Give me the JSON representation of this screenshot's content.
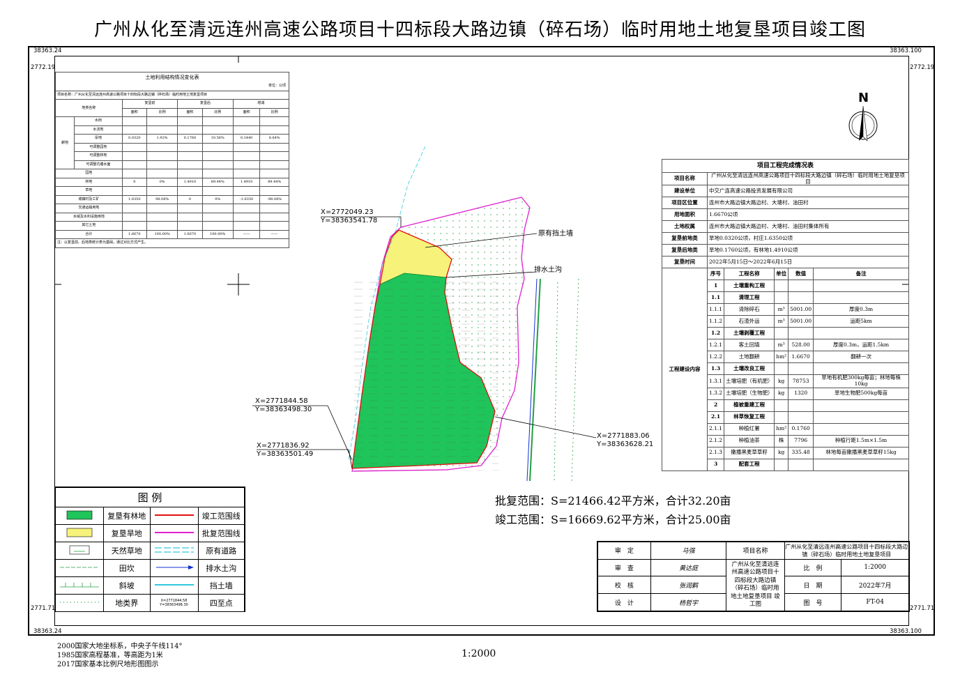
{
  "title": "广州从化至清远连州高速公路项目十四标段大路边镇（碎石场）临时用地土地复垦项目竣工图",
  "corner_coords": {
    "top_left_x": "38363.24",
    "top_right_x": "38363.100",
    "left_top_y": "2772.19",
    "right_top_y": "2772.19",
    "left_bottom_y": "2771.71",
    "right_bottom_y": "2771.71",
    "bottom_left_x": "38363.24",
    "bottom_right_x": "38363.100"
  },
  "land_table": {
    "title": "土地利用结构情况变化表",
    "unit": "单位：公顷",
    "project": "项目名称：广州从化至清远连州高速公路项目十四标段大路边镇（碎石场）临时用地土地复垦项目",
    "h_type": "地类名称",
    "h_before": "复垦前",
    "h_after": "复垦后",
    "h_change": "增减",
    "h_area": "面积",
    "h_ratio": "比例",
    "cat_farmland": "耕地",
    "rows": [
      {
        "name": "水田",
        "b_area": "",
        "b_ratio": "",
        "a_area": "",
        "a_ratio": "",
        "c_area": "",
        "c_ratio": ""
      },
      {
        "name": "水浇地",
        "b_area": "",
        "b_ratio": "",
        "a_area": "",
        "a_ratio": "",
        "c_area": "",
        "c_ratio": ""
      },
      {
        "name": "旱地",
        "b_area": "0.0320",
        "b_ratio": "1.92%",
        "a_area": "0.1760",
        "a_ratio": "10.56%",
        "c_area": "0.1440",
        "c_ratio": "8.64%"
      },
      {
        "name": "可调整园地",
        "b_area": "",
        "b_ratio": "",
        "a_area": "",
        "a_ratio": "",
        "c_area": "",
        "c_ratio": ""
      },
      {
        "name": "可调整林地",
        "b_area": "",
        "b_ratio": "",
        "a_area": "",
        "a_ratio": "",
        "c_area": "",
        "c_ratio": ""
      },
      {
        "name": "可调整坑塘水面",
        "b_area": "",
        "b_ratio": "",
        "a_area": "",
        "a_ratio": "",
        "c_area": "",
        "c_ratio": ""
      }
    ],
    "rows2": [
      {
        "name": "园地",
        "b_area": "",
        "b_ratio": "",
        "a_area": "",
        "a_ratio": "",
        "c_area": "",
        "c_ratio": ""
      },
      {
        "name": "林地",
        "b_area": "0",
        "b_ratio": "0%",
        "a_area": "1.4910",
        "a_ratio": "89.44%",
        "c_area": "1.4910",
        "c_ratio": "89.44%"
      },
      {
        "name": "草地",
        "b_area": "",
        "b_ratio": "",
        "a_area": "",
        "a_ratio": "",
        "c_area": "",
        "c_ratio": ""
      },
      {
        "name": "城镇村及工矿",
        "b_area": "1.6350",
        "b_ratio": "98.08%",
        "a_area": "0",
        "a_ratio": "0%",
        "c_area": "-1.6350",
        "c_ratio": "-98.08%"
      },
      {
        "name": "交通运输用地",
        "b_area": "",
        "b_ratio": "",
        "a_area": "",
        "a_ratio": "",
        "c_area": "",
        "c_ratio": ""
      },
      {
        "name": "水域及水利设施用地",
        "b_area": "",
        "b_ratio": "",
        "a_area": "",
        "a_ratio": "",
        "c_area": "",
        "c_ratio": ""
      },
      {
        "name": "其它土地",
        "b_area": "",
        "b_ratio": "",
        "a_area": "",
        "a_ratio": "",
        "c_area": "",
        "c_ratio": ""
      },
      {
        "name": "合计",
        "b_area": "1.6670",
        "b_ratio": "100.00%",
        "a_area": "1.6670",
        "a_ratio": "100.00%",
        "c_area": "——",
        "c_ratio": "——"
      }
    ],
    "note": "注：以复垦前、后地类统计表为基础，通过对比方式产生。"
  },
  "north": "N",
  "annotations": {
    "retaining_wall": "原有挡土墙",
    "drain": "排水土沟",
    "p1": "X=2772049.23\nY=38363541.78",
    "p2": "X=2771844.58\nY=38363498.30",
    "p3": "X=2771836.92\nY=38363501.49",
    "p4": "X=2771883.06\nY=38363628.21"
  },
  "project_table": {
    "title": "项目工程完成情况表",
    "info": [
      {
        "k": "项目名称",
        "v": "广州从化至清远连州高速公路项目十四标段大路边镇（碎石场）临时用地土地复垦项目"
      },
      {
        "k": "建设单位",
        "v": "中交广连高速公路投资发展有限公司"
      },
      {
        "k": "项目区位置",
        "v": "连州市大路边镇大路边村、大塘村、油田村"
      },
      {
        "k": "用地面积",
        "v": "1.6670公顷"
      },
      {
        "k": "土地权属",
        "v": "连州市大路边镇大路边村、大塘村、油田村集体所有"
      },
      {
        "k": "复垦前地类",
        "v": "旱地0.0320公顷，村庄1.6350公顷"
      },
      {
        "k": "复垦后地类",
        "v": "旱地0.1760公顷，有林地1.4910公顷"
      },
      {
        "k": "复垦时间",
        "v": "2022年5月15日～2022年6月15日"
      }
    ],
    "content_label": "工程建设内容",
    "headers": [
      "序号",
      "工程名称",
      "单位",
      "数值",
      "备注"
    ],
    "rows": [
      {
        "no": "1",
        "name": "土壤重构工程",
        "unit": "",
        "val": "",
        "note": "",
        "bold": true
      },
      {
        "no": "1.1",
        "name": "清理工程",
        "unit": "",
        "val": "",
        "note": "",
        "bold": true
      },
      {
        "no": "1.1.1",
        "name": "清除碎石",
        "unit": "m³",
        "val": "5001.00",
        "note": "厚度0.3m"
      },
      {
        "no": "1.1.2",
        "name": "石渣外运",
        "unit": "m³",
        "val": "5001.00",
        "note": "运距5km"
      },
      {
        "no": "1.2",
        "name": "土壤剥覆工程",
        "unit": "",
        "val": "",
        "note": "",
        "bold": true
      },
      {
        "no": "1.2.1",
        "name": "客土回填",
        "unit": "m³",
        "val": "528.00",
        "note": "厚度0.3m，运距1.5km"
      },
      {
        "no": "1.2.2",
        "name": "土地翻耕",
        "unit": "hm²",
        "val": "1.6670",
        "note": "翻耕一次"
      },
      {
        "no": "1.3",
        "name": "土壤改良工程",
        "unit": "",
        "val": "",
        "note": "",
        "bold": true
      },
      {
        "no": "1.3.1",
        "name": "土壤培肥（有机肥）",
        "unit": "kg",
        "val": "78753",
        "note": "旱地有机肥300kg每亩；林地每株10kg"
      },
      {
        "no": "1.3.2",
        "name": "土壤培肥（生物肥）",
        "unit": "kg",
        "val": "1320",
        "note": "旱地生物肥500kg每亩"
      },
      {
        "no": "2",
        "name": "植被重建工程",
        "unit": "",
        "val": "",
        "note": "",
        "bold": true
      },
      {
        "no": "2.1",
        "name": "林草恢复工程",
        "unit": "",
        "val": "",
        "note": "",
        "bold": true
      },
      {
        "no": "2.1.1",
        "name": "种植红薯",
        "unit": "hm²",
        "val": "0.1760",
        "note": ""
      },
      {
        "no": "2.1.2",
        "name": "种植油茶",
        "unit": "株",
        "val": "7796",
        "note": "种植行距1.5m×1.5m"
      },
      {
        "no": "2.1.3",
        "name": "撒播黑麦草草籽",
        "unit": "kg",
        "val": "335.48",
        "note": "林地每亩撒播黑麦草草籽15kg"
      },
      {
        "no": "3",
        "name": "配套工程",
        "unit": "",
        "val": "",
        "note": "",
        "bold": true
      }
    ]
  },
  "area_summary": {
    "approved": "批复范围：S=21466.42平方米，合计32.20亩",
    "completed": "竣工范围：S=16669.62平方米，合计25.00亩"
  },
  "legend": {
    "title": "图    例",
    "items": [
      [
        "复垦有林地",
        "竣工范围线"
      ],
      [
        "复垦旱地",
        "批复范围线"
      ],
      [
        "天然草地",
        "原有道路"
      ],
      [
        "田坎",
        "排水土沟"
      ],
      [
        "斜坡",
        "挡土墙"
      ],
      [
        "地类界",
        "四至点"
      ]
    ],
    "point_sample": "X=2771844.58\nY=38363498.30",
    "colors": {
      "forest": "#1fc45a",
      "dry": "#f7f27a",
      "red": "#e01010",
      "magenta": "#e020d0",
      "cyan": "#30c8e0",
      "blue": "#1030d0",
      "green": "#20a040"
    }
  },
  "title_block": {
    "r1": [
      "审　定",
      "项目名称",
      "广州从化至清远连州高速公路项目十四标段大路边镇（碎石场）临时用地土地复垦项目"
    ],
    "r2": [
      "审　查",
      "比　例",
      "1:2000"
    ],
    "r3": [
      "校　核",
      "日　期",
      "2022年7月"
    ],
    "r4": [
      "设　计",
      "图　号",
      "FT-04"
    ],
    "mid": "广州从化至清远连州高速公路项目十四标段大路边镇（碎石场）临时用地土地复垦项目 竣工图",
    "signatures": [
      "马强",
      "黄达庭",
      "张润鹤",
      "杨哲宇"
    ]
  },
  "footer": {
    "lines": [
      "2000国家大地坐标系，中央子午线114°",
      "1985国家高程基准，等高距为1米",
      "2017国家基本比例尺地形图图示"
    ],
    "scale": "1:2000"
  }
}
